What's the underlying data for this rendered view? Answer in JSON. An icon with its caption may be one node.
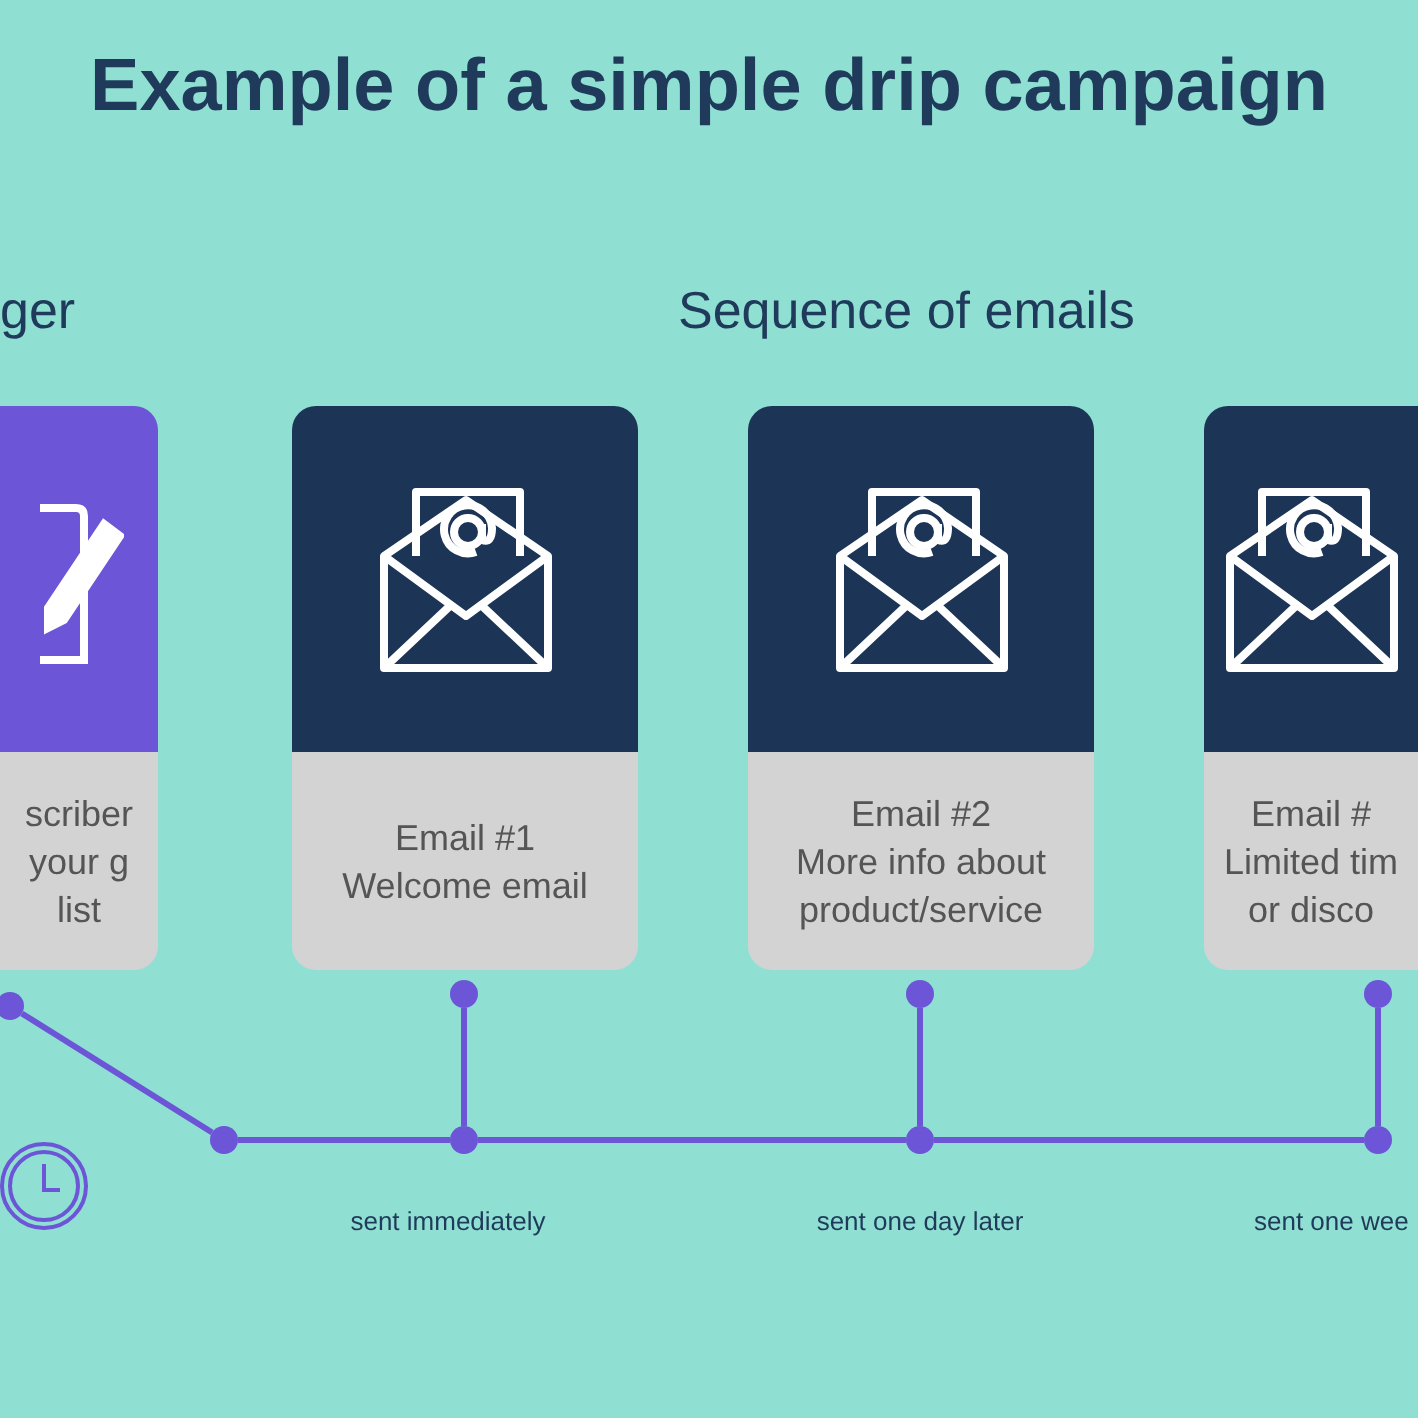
{
  "diagram": {
    "title": "Example of a simple drip campaign",
    "nodes": [
      {
        "text": [
          "scriber your g list"
        ]
      },
      {
        "text": [
          "Email #1",
          "Welcome email"
        ]
      },
      {
        "text": [
          "Email #2",
          "More info about product/service"
        ]
      },
      {
        "text": [
          "Email #",
          "Limited tim or disco"
        ]
      },
      {
        "text": [],
        "shape": "circle"
      },
      {
        "text": [],
        "shape": "circle"
      },
      {
        "text": [],
        "shape": "circle"
      },
      {
        "text": [],
        "shape": "circle"
      },
      {
        "text": [],
        "shape": "circle"
      },
      {
        "text": [],
        "shape": "circle"
      },
      {
        "text": [],
        "shape": "circle"
      },
      {
        "text": [],
        "shape": "circle"
      }
    ],
    "edges": [
      {
        "from": 4,
        "to": 5,
        "arrow": "none"
      },
      {
        "from": 5,
        "to": 7,
        "arrow": "none"
      },
      {
        "from": 6,
        "to": 7,
        "arrow": "none"
      },
      {
        "from": 7,
        "to": 9,
        "arrow": "none"
      },
      {
        "from": 8,
        "to": 9,
        "arrow": "none"
      },
      {
        "from": 9,
        "to": 11,
        "arrow": "none"
      },
      {
        "from": 10,
        "to": 11,
        "arrow": "none"
      }
    ],
    "labels": [
      "ger",
      "Sequence of emails",
      "sent immediately",
      "sent one day later",
      "sent one wee"
    ]
  }
}
